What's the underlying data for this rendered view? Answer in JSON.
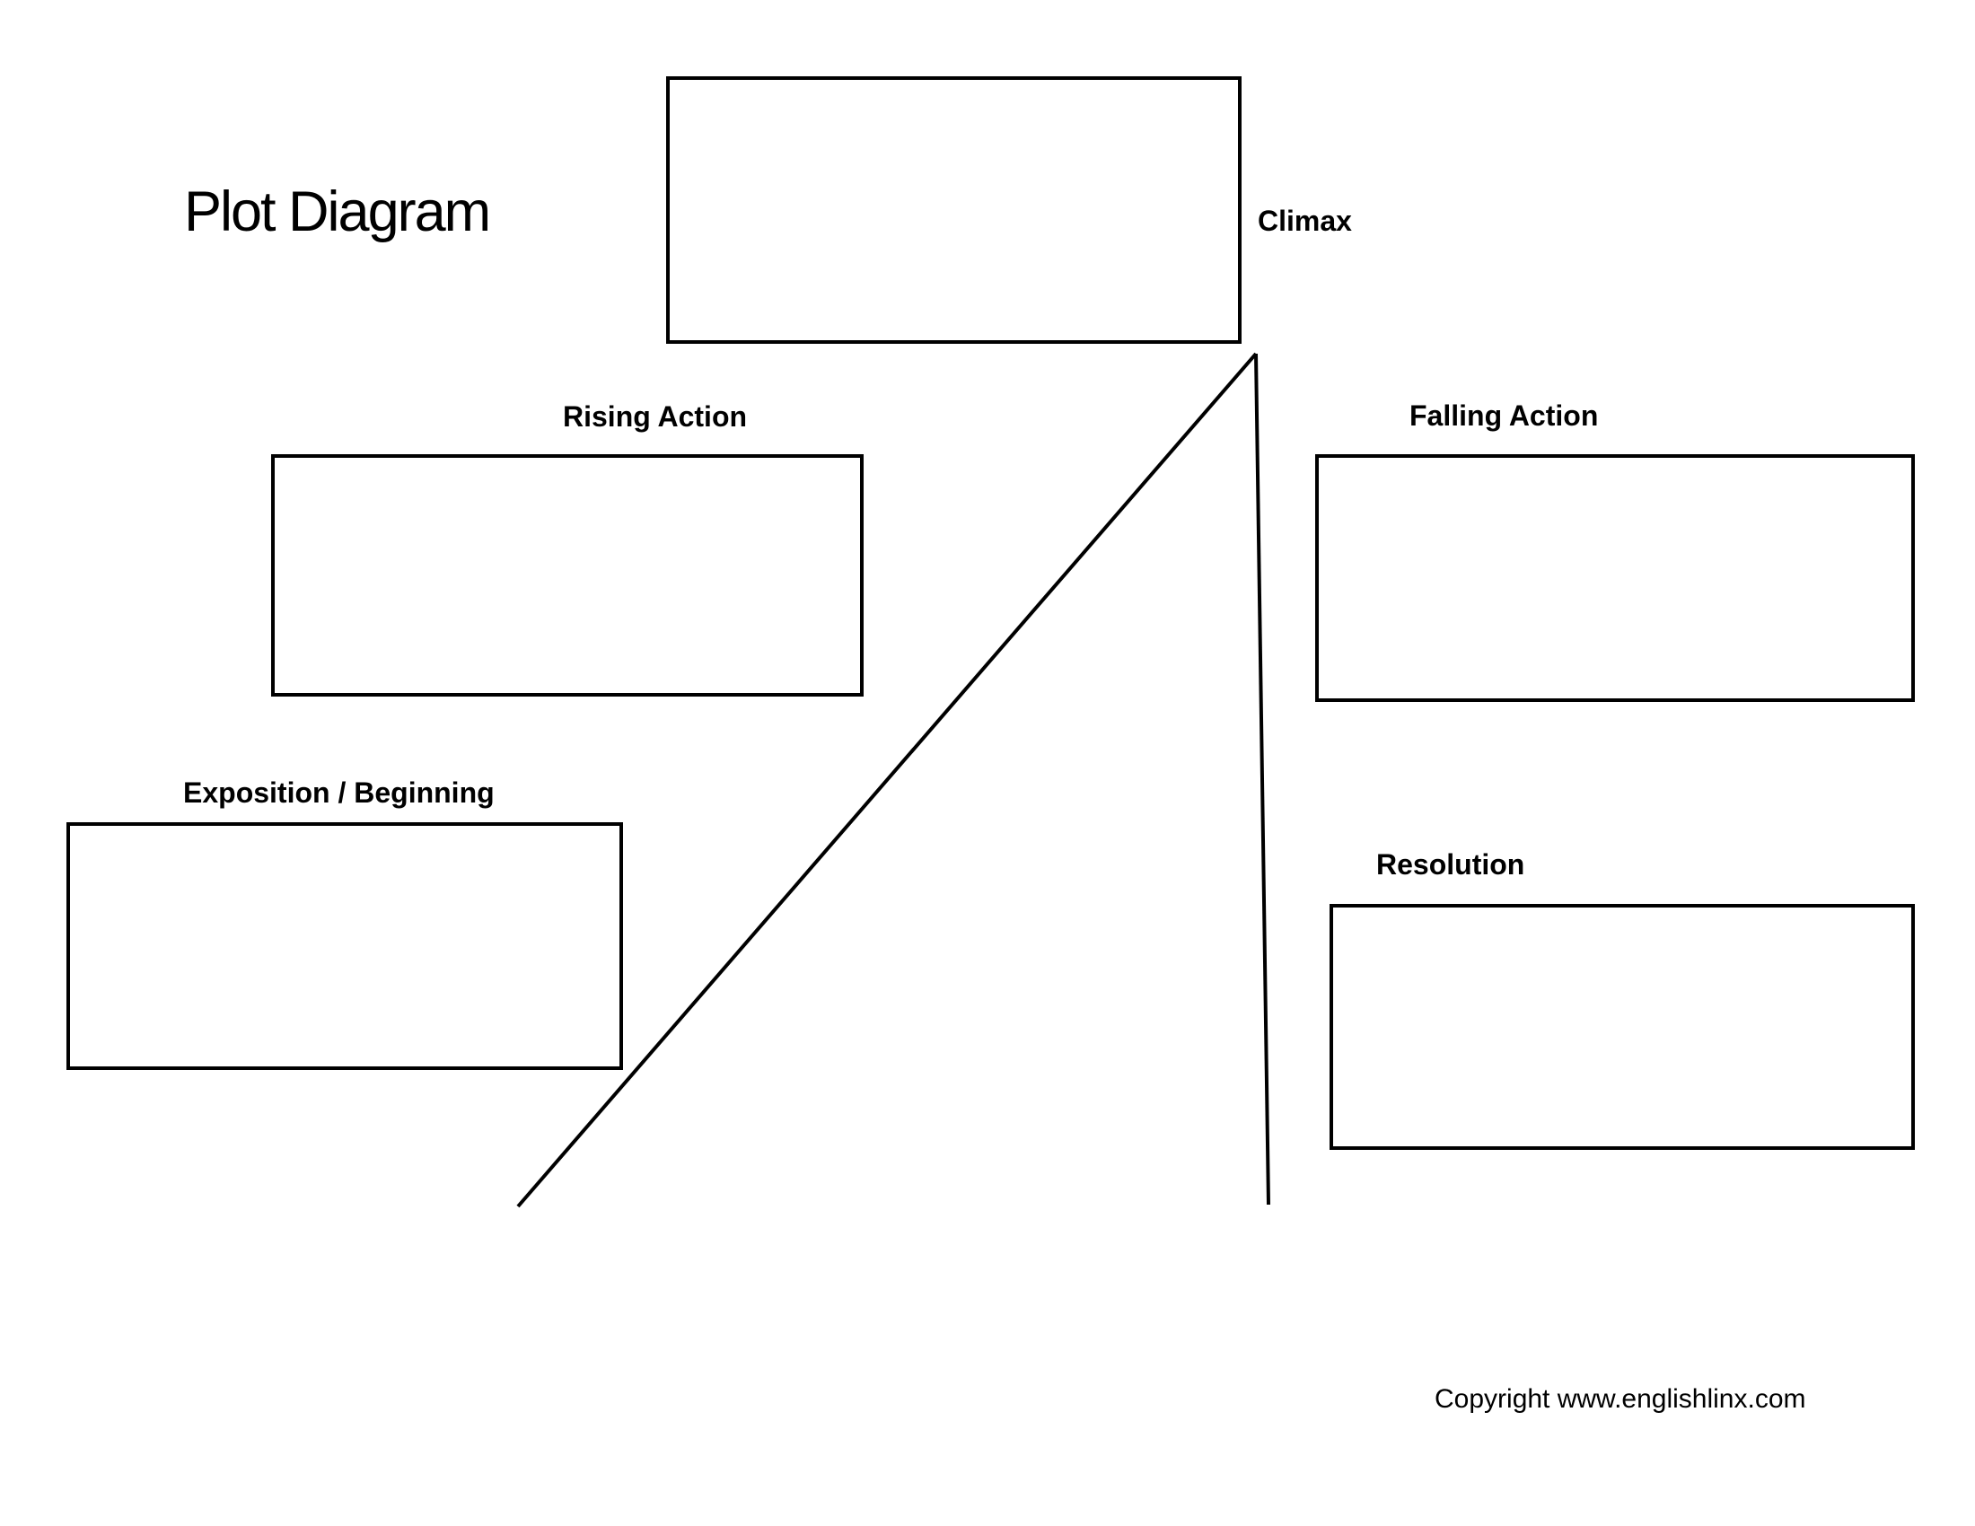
{
  "page": {
    "title": "Plot Diagram",
    "background_color": "#ffffff",
    "ink_color": "#000000"
  },
  "sections": {
    "climax": {
      "label": "Climax"
    },
    "rising": {
      "label": "Rising Action"
    },
    "falling": {
      "label": "Falling Action"
    },
    "exposition": {
      "label": "Exposition / Beginning"
    },
    "resolution": {
      "label": "Resolution"
    }
  },
  "footer": {
    "copyright": "Copyright www.englishlinx.com"
  }
}
